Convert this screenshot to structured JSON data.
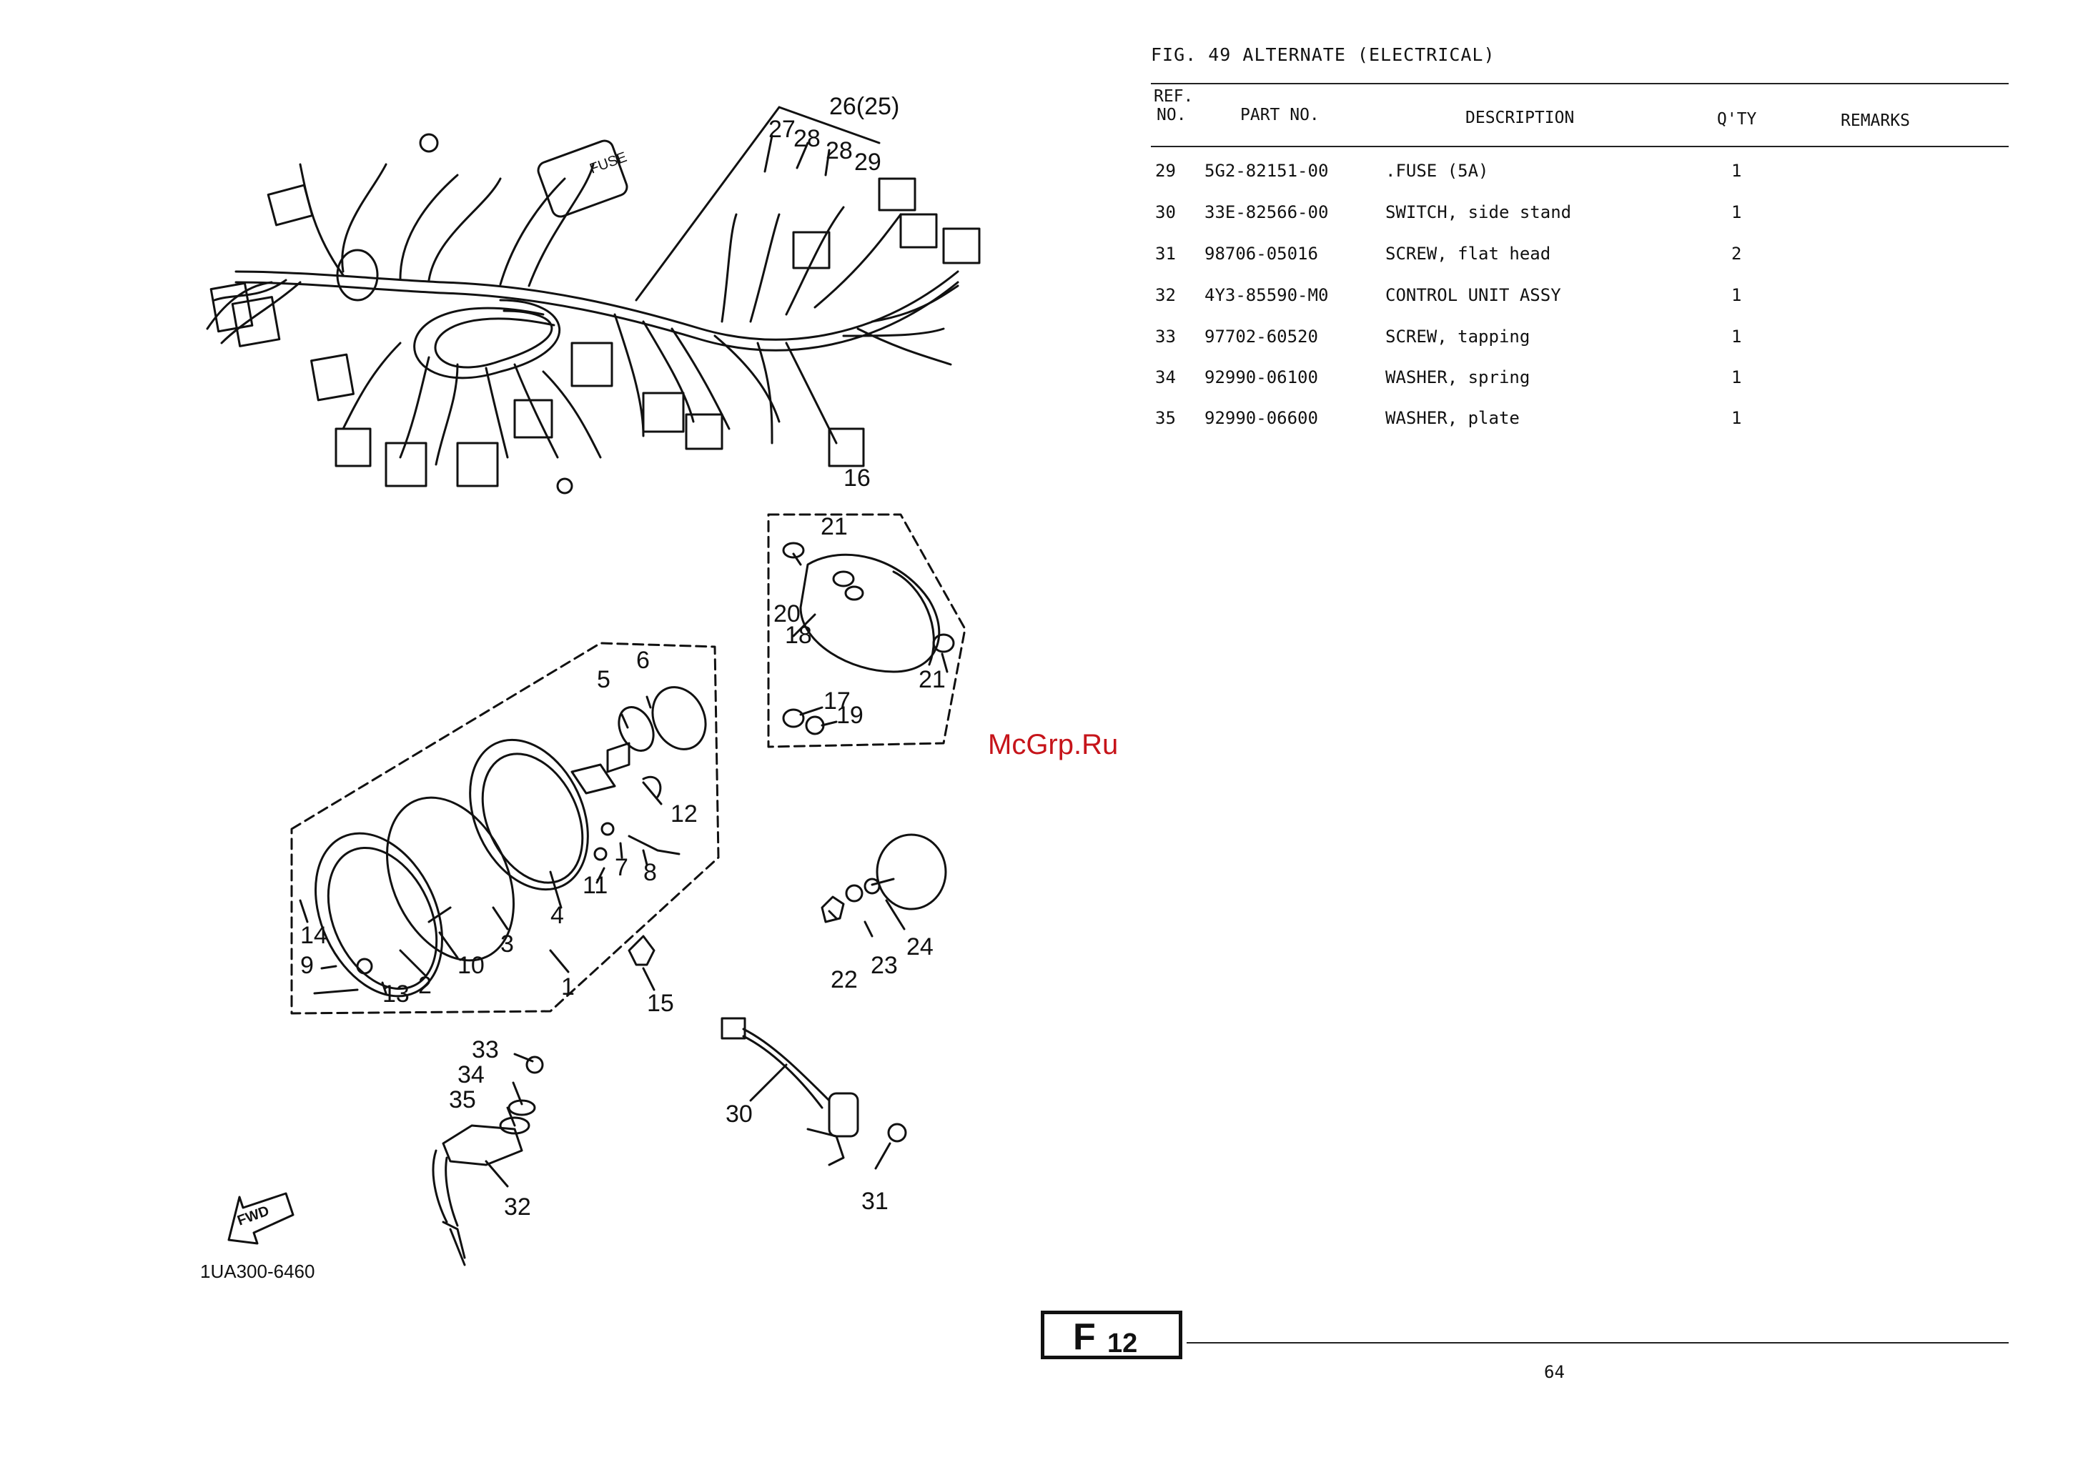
{
  "figure": {
    "title": "FIG. 49  ALTERNATE (ELECTRICAL)"
  },
  "table": {
    "headers": {
      "ref_line1": "REF.",
      "ref_line2": "NO.",
      "part_no": "PART NO.",
      "description": "DESCRIPTION",
      "qty": "Q'TY",
      "remarks": "REMARKS"
    },
    "rows": [
      {
        "ref": "29",
        "part_no": "5G2-82151-00",
        "description": ".FUSE (5A)",
        "qty": "1",
        "remarks": ""
      },
      {
        "ref": "30",
        "part_no": "33E-82566-00",
        "description": "SWITCH, side stand",
        "qty": "1",
        "remarks": ""
      },
      {
        "ref": "31",
        "part_no": "98706-05016",
        "description": "SCREW, flat head",
        "qty": "2",
        "remarks": ""
      },
      {
        "ref": "32",
        "part_no": "4Y3-85590-M0",
        "description": "CONTROL UNIT ASSY",
        "qty": "1",
        "remarks": ""
      },
      {
        "ref": "33",
        "part_no": "97702-60520",
        "description": "SCREW, tapping",
        "qty": "1",
        "remarks": ""
      },
      {
        "ref": "34",
        "part_no": "92990-06100",
        "description": "WASHER, spring",
        "qty": "1",
        "remarks": ""
      },
      {
        "ref": "35",
        "part_no": "92990-06600",
        "description": "WASHER, plate",
        "qty": "1",
        "remarks": ""
      }
    ]
  },
  "diagram": {
    "code": "1UA300-6460",
    "fwd": "FWD",
    "fuse_text": "FUSE",
    "callouts": [
      {
        "n": "26(25)"
      },
      {
        "n": "27"
      },
      {
        "n": "28"
      },
      {
        "n": "28"
      },
      {
        "n": "29"
      },
      {
        "n": "16"
      },
      {
        "n": "21"
      },
      {
        "n": "20"
      },
      {
        "n": "18"
      },
      {
        "n": "21"
      },
      {
        "n": "17"
      },
      {
        "n": "19"
      },
      {
        "n": "6"
      },
      {
        "n": "5"
      },
      {
        "n": "12"
      },
      {
        "n": "7"
      },
      {
        "n": "8"
      },
      {
        "n": "11"
      },
      {
        "n": "4"
      },
      {
        "n": "3"
      },
      {
        "n": "10"
      },
      {
        "n": "2"
      },
      {
        "n": "14"
      },
      {
        "n": "9"
      },
      {
        "n": "13"
      },
      {
        "n": "1"
      },
      {
        "n": "15"
      },
      {
        "n": "22"
      },
      {
        "n": "23"
      },
      {
        "n": "24"
      },
      {
        "n": "33"
      },
      {
        "n": "34"
      },
      {
        "n": "35"
      },
      {
        "n": "32"
      },
      {
        "n": "30"
      },
      {
        "n": "31"
      }
    ]
  },
  "watermark": "McGrp.Ru",
  "section": {
    "letter": "F",
    "number": "12"
  },
  "page_number": "64"
}
